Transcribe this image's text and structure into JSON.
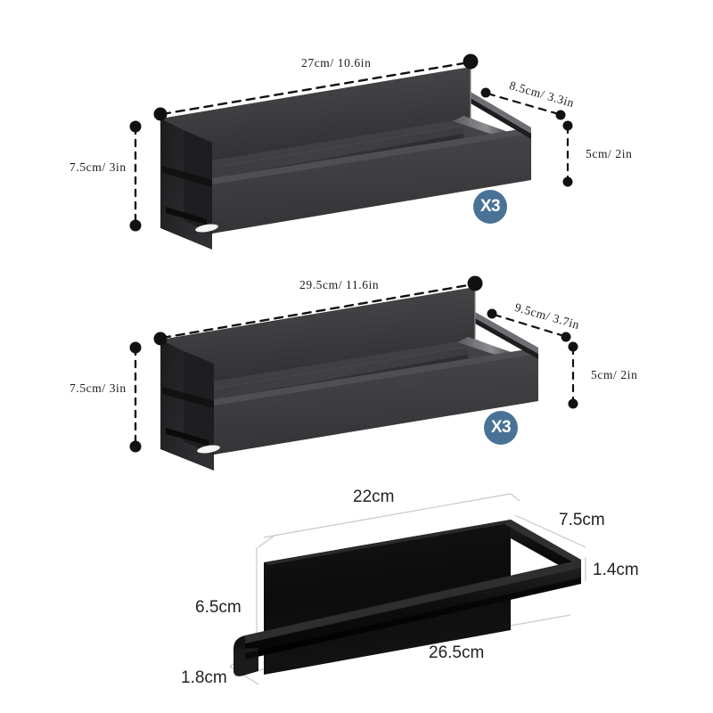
{
  "page": {
    "title": "Magnetic shelf and towel holder dimension diagram",
    "background_color": "#ffffff",
    "ink_color": "#1b1b1b",
    "badge_color": "#4a7296",
    "product_dark": "#3a3a3c",
    "product_black": "#0d0d0d"
  },
  "products": [
    {
      "id": "shelf-small",
      "name": "Small magnetic shelf basket",
      "quantity_badge": "X3",
      "dimensions": {
        "length": "27cm/ 10.6in",
        "depth": "8.5cm/ 3.3in",
        "height": "7.5cm/ 3in",
        "back_height": "5cm/ 2in"
      }
    },
    {
      "id": "shelf-large",
      "name": "Large magnetic shelf basket",
      "quantity_badge": "X3",
      "dimensions": {
        "length": "29.5cm/ 11.6in",
        "depth": "9.5cm/ 3.7in",
        "height": "7.5cm/ 3in",
        "back_height": "5cm/ 2in"
      }
    },
    {
      "id": "towel-holder",
      "name": "Magnetic towel holder bar",
      "dimensions": {
        "back_plate_width": "22cm",
        "depth": "7.5cm",
        "bar_thickness": "1.4cm",
        "back_plate_height": "6.5cm",
        "total_width": "26.5cm",
        "base_depth": "1.8cm"
      }
    }
  ]
}
